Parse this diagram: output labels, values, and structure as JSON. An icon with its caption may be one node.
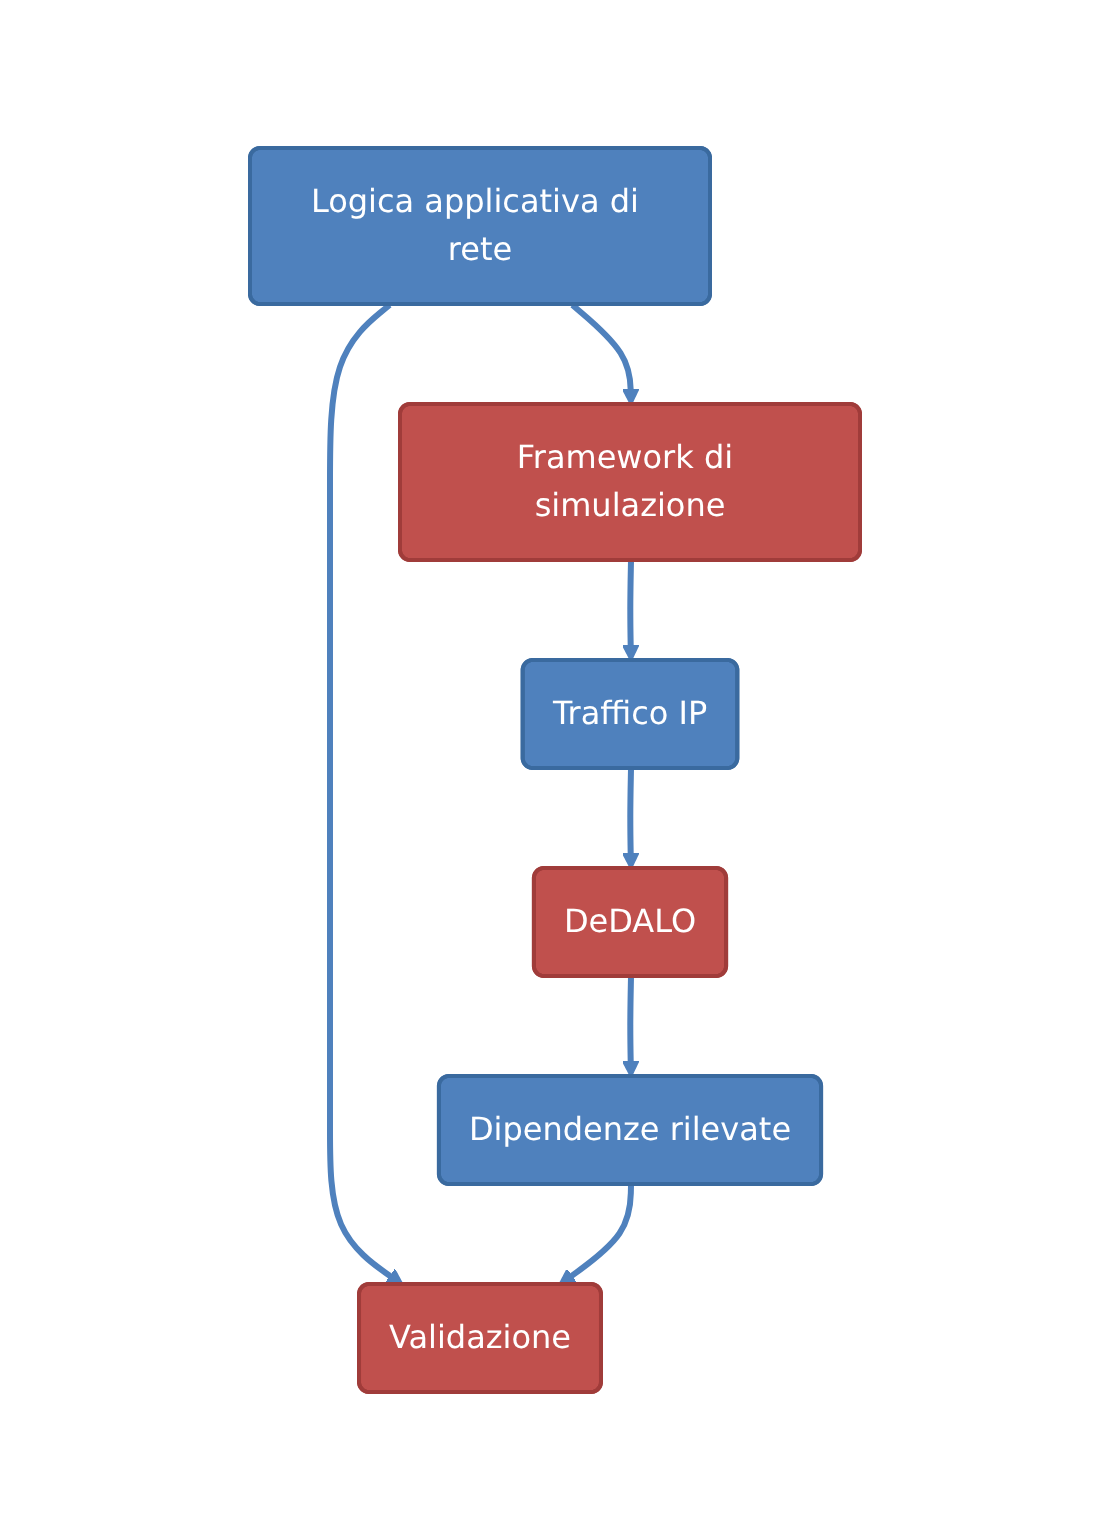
{
  "diagram": {
    "nodes": [
      {
        "text": [
          "Logica applicativa di rete"
        ]
      },
      {
        "text": [
          "Framework di simulazione"
        ]
      },
      {
        "text": [
          "Traffico IP"
        ]
      },
      {
        "text": [
          "DeDALO"
        ]
      },
      {
        "text": [
          "Dipendenze rilevate"
        ]
      },
      {
        "text": [
          "Validazione"
        ]
      }
    ],
    "edges": [
      {
        "from": 0,
        "to": 1,
        "arrow": "to"
      },
      {
        "from": 1,
        "to": 2,
        "arrow": "to"
      },
      {
        "from": 2,
        "to": 3,
        "arrow": "to"
      },
      {
        "from": 3,
        "to": 4,
        "arrow": "to"
      },
      {
        "from": 0,
        "to": 5,
        "arrow": "to"
      },
      {
        "from": 4,
        "to": 5,
        "arrow": "to"
      }
    ]
  }
}
